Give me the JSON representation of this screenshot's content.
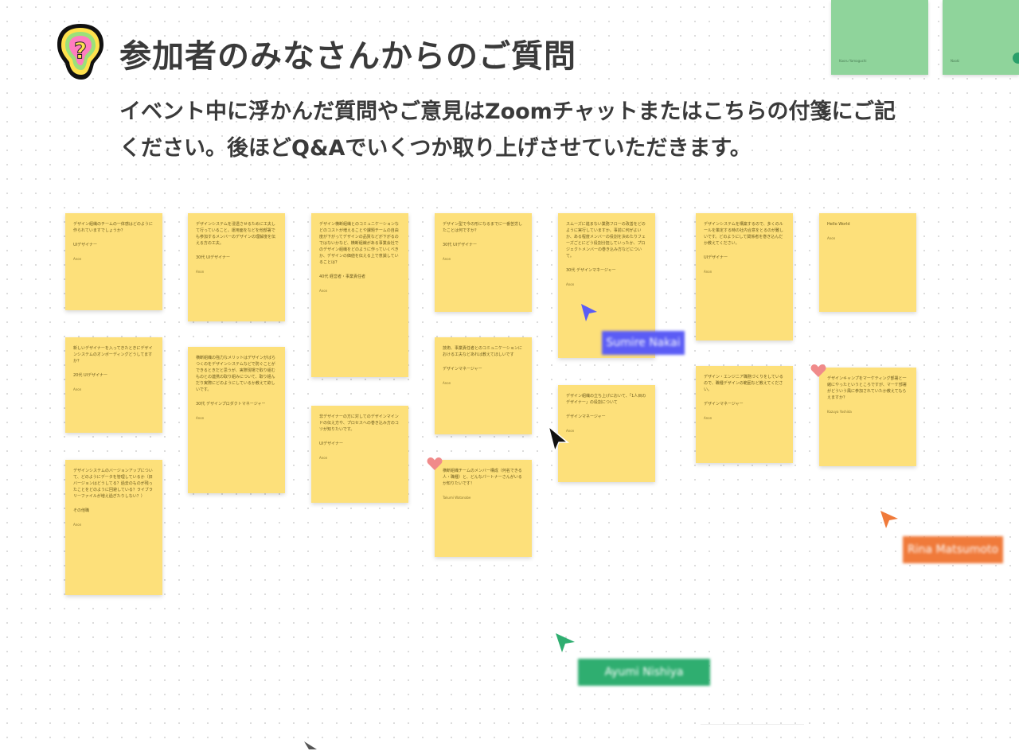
{
  "board": {
    "title": "参加者のみなさんからのご質問",
    "subtitle_line1": "イベント中に浮かんだ質問やご意見はZoomチャットまたはこちらの付箋にご記",
    "subtitle_line2": "ください。後ほどQ&Aでいくつか取り上げさせていただきます。"
  },
  "top_notes": [
    {
      "text": "Kaoru Yamaguchi"
    },
    {
      "text": "Naoki"
    }
  ],
  "stickies": [
    {
      "q": "デザイン組織のチームの一体感はどのように作られていますでしょうか？",
      "a": "UIデザイナー",
      "m": "Anon"
    },
    {
      "q": "新しいデザイナーを入ってきたときにデザインシステムのオンボーディングどうしてますか？",
      "a": "20代 UIデザイナー",
      "m": "Anon"
    },
    {
      "q": "デザインシステムのバージョンアップについて、どのようにデータを管理しているか（旧バージョンはどうしてる？過去のものが残ったことをどのように回避している？ライブラリーファイルが増え過ぎたりしない？）",
      "a": "その他職",
      "m": "Anon"
    },
    {
      "q": "デザインシステムを浸透させるために工夫して行っていること。運用面をなどを他部署でも参加するメンバーのデザインの理解度を伝える方の工夫。",
      "a": "30代 UIデザイナー",
      "m": "Anon"
    },
    {
      "q": "横断組織の強力なメリットはデザインがばらつくのをデザインシステムなどで防ぐことができるときだと思うが、実際現場で取り組むものとの連携の取り組みについて、取り組んだり実際にどのようにしているか教えて欲しいです。",
      "a": "30代 デザインプロダクトマネージャー",
      "m": "Anon"
    },
    {
      "q": "デザイン横断組織とのコミュニケーションなどのコストが増えることや課題チームの自由度が下がってデザインの品質などが下がるのではないかなど、横断組織がある事業会社でのデザイン組織をどのように作っていくべきか、デザインの価値を伝える上で意識していることは？",
      "a": "40代 経営者・事業責任者",
      "m": "Anon"
    },
    {
      "q": "非デザイナーの方に対してのデザインマインドの伝え方や、プロセスへの巻き込み方のコツが知りたいです。",
      "a": "UIデザイナー",
      "m": "Anon"
    },
    {
      "q": "デザイン型で今の形になるまでに一番苦労したことは何ですか？",
      "a": "30代 UIデザイナー",
      "m": "Anon"
    },
    {
      "q": "技術、事業責任者とのコミュニケーションにおける工夫などあれば教えてほしいです",
      "a": "デザインマネージャー",
      "m": "Anon"
    },
    {
      "q": "横断組織チームのメンバー構成（何名できる人・職種）と、どんなパートナーさんがいるか知りたいです！",
      "a": "",
      "m": "Takumi Watanabe"
    },
    {
      "q": "スムーズに進まない業務フローの改善をどのように実行していますか。事前に何がよいか、ある程度メンバーの役割を決めたりフェーズごとにどう役割分担していったか、プロジェクトメンバーの巻き込み方などについて。",
      "a": "30代 デザインマネージャー",
      "m": "Anon"
    },
    {
      "q": "デザイン組織の立ち上げにおいて、「1人目のデザイナー」の役割について",
      "a": "デザインマネージャー",
      "m": "Anon"
    },
    {
      "q": "デザインシステムを構築するので、多くのルールを策定する時の社内合意をとるのが難しいです。どのようにして関係者を巻き込んだか教えてください。",
      "a": "UIデザイナー",
      "m": "Anon"
    },
    {
      "q": "デザイン・エンジニア職務づくりをしているので、職種デザインの範囲など教えてください。",
      "a": "デザインマネージャー",
      "m": "Anon"
    },
    {
      "q": "Hello World",
      "a": "",
      "m": "Anon"
    },
    {
      "q": "デザインキャンプをマーケティング部署と一緒にやったというところですが、マーケ部署がどういう風に参加されていたか教えてもらえますか？",
      "a": "",
      "m": "Kazuya Yoshida"
    }
  ],
  "cursors": [
    {
      "name": "Sumire Nakai",
      "color": "#5b5cf5"
    },
    {
      "name": "Rina Matsumoto",
      "color": "#f07a3a"
    },
    {
      "name": "Ayumi Nishiya",
      "color": "#2fae70"
    }
  ],
  "colors": {
    "sticky_yellow": "#fde07a",
    "sticky_green": "#8fd49b",
    "heart": "#f08a8a",
    "pointer_black": "#111111"
  }
}
